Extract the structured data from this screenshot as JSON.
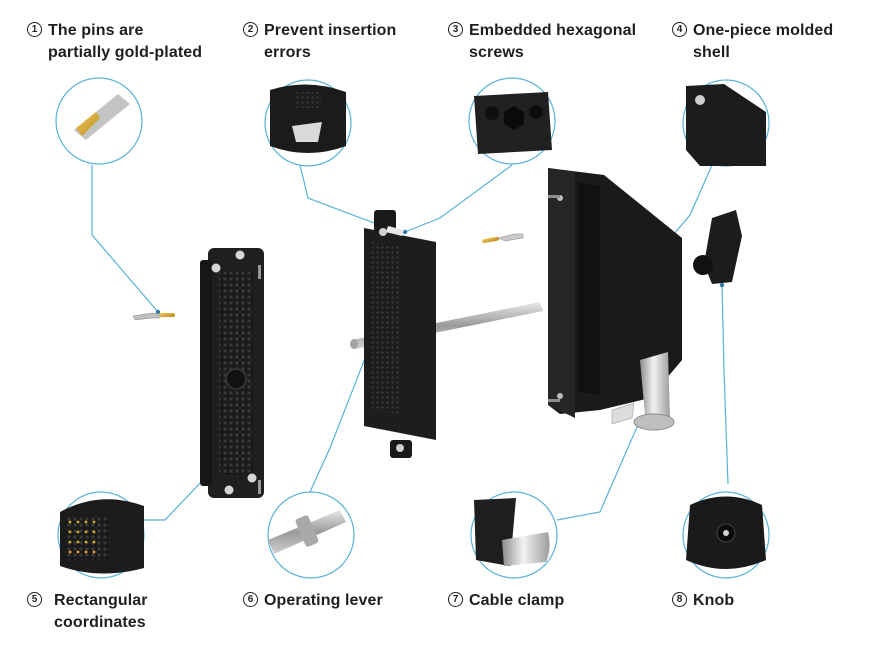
{
  "callouts": [
    {
      "num": "1",
      "text": "The pins are\npartially gold-plated"
    },
    {
      "num": "2",
      "text": "Prevent insertion\nerrors"
    },
    {
      "num": "3",
      "text": "Embedded hexagonal\nscrews"
    },
    {
      "num": "4",
      "text": "One-piece molded\nshell"
    },
    {
      "num": "5",
      "text": "Rectangular\ncoordinates"
    },
    {
      "num": "6",
      "text": "Operating lever"
    },
    {
      "num": "7",
      "text": "Cable clamp"
    },
    {
      "num": "8",
      "text": "Knob"
    }
  ],
  "colors": {
    "leader_line": "#58b2d6",
    "part_body": "#1c1c1c",
    "metal": "#b8b8b8",
    "gold": "#d8a730"
  }
}
